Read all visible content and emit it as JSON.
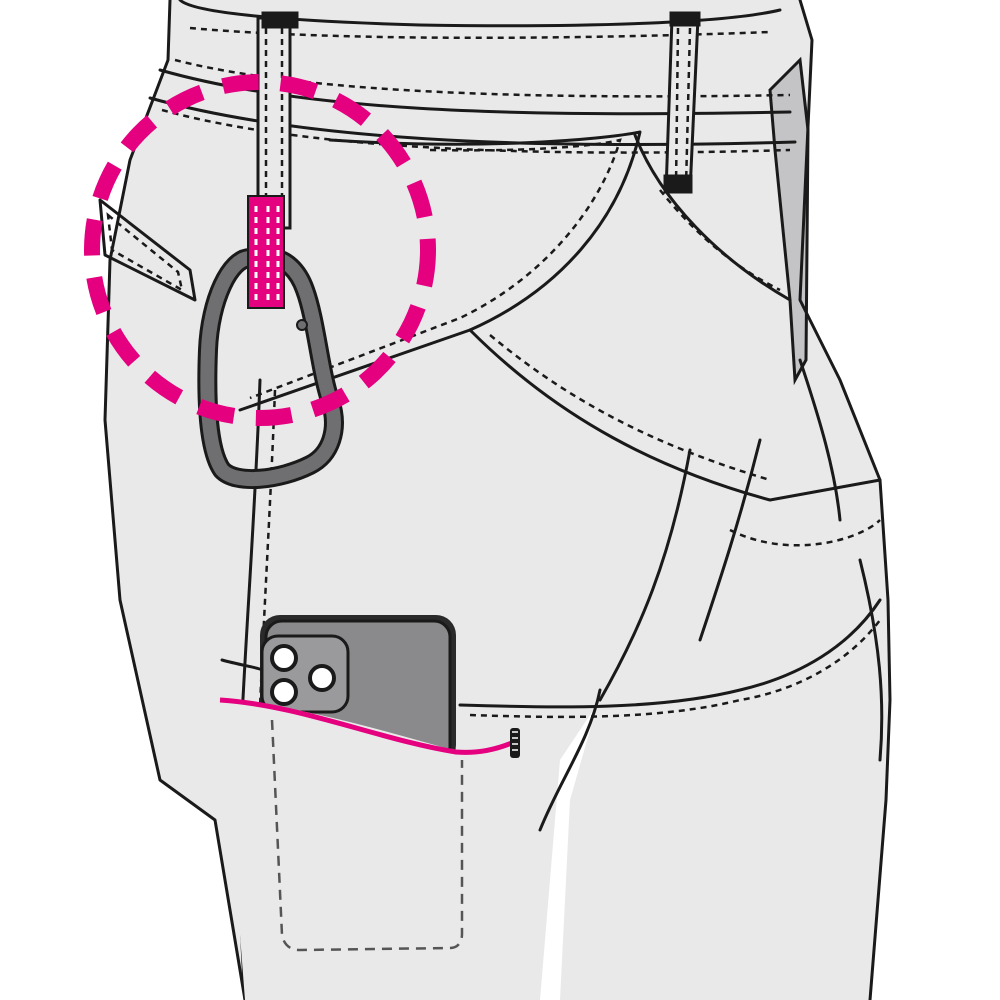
{
  "illustration": {
    "subject": "work-pants-with-carabiner-and-phone-pocket",
    "colors": {
      "fabric": "#e9e9ea",
      "fabric_shadow": "#c4c4c6",
      "outline": "#1a1a1a",
      "highlight": "#e4007f",
      "metal": "#6f6f71",
      "phone_body": "#8a8a8c",
      "phone_dark": "#2a2a2a"
    },
    "highlights": {
      "loop_circle": "dashed-circle-around-belt-loop",
      "pocket_edge": "magenta-pocket-opening-line"
    }
  }
}
